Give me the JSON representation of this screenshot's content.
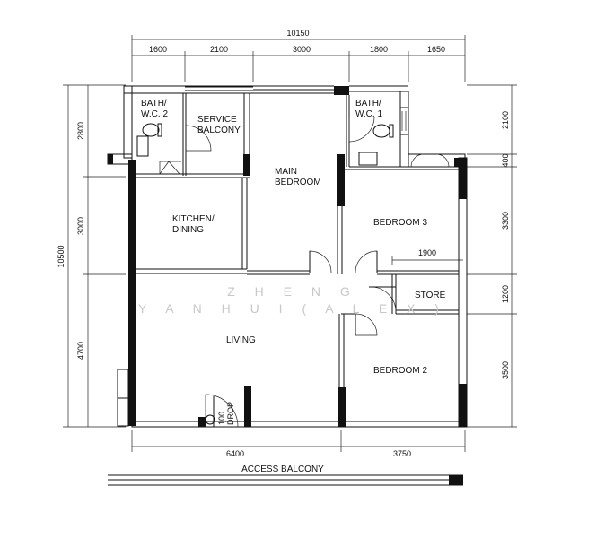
{
  "dimensions": {
    "overall_width": "10150",
    "overall_height": "10500",
    "top": [
      "1600",
      "2100",
      "3000",
      "1800",
      "1650"
    ],
    "left": [
      "2800",
      "3000",
      "4700"
    ],
    "right": [
      "2100",
      "400",
      "3300",
      "1200",
      "3500"
    ],
    "bottom": [
      "6400",
      "3750"
    ],
    "store_width": "1900"
  },
  "rooms": {
    "bath2": [
      "BATH/",
      "W.C. 2"
    ],
    "service_balcony": [
      "SERVICE",
      "BALCONY"
    ],
    "main_bedroom": [
      "MAIN",
      "BEDROOM"
    ],
    "bath1": [
      "BATH/",
      "W.C. 1"
    ],
    "kitchen": [
      "KITCHEN/",
      "DINING"
    ],
    "bedroom3": "BEDROOM 3",
    "store": "STORE",
    "living": "LIVING",
    "bedroom2": "BEDROOM 2",
    "refuse": [
      "100",
      "DROP"
    ]
  },
  "access_balcony": "ACCESS BALCONY",
  "watermark": [
    "Z H E N G",
    "Y A N H U I ( A L E X )"
  ]
}
